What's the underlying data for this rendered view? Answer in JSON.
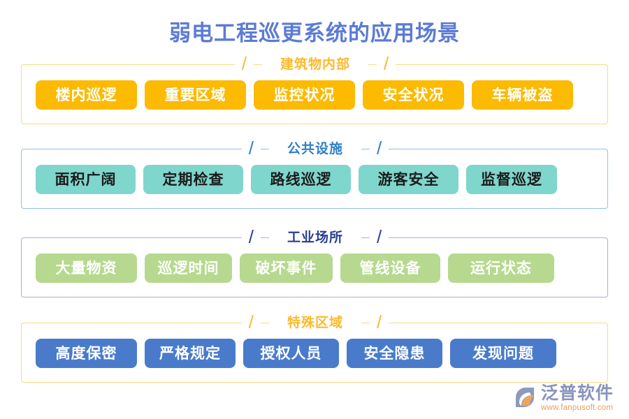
{
  "page": {
    "title": "弱电工程巡更系统的应用场景",
    "title_color": "#5B7BD5",
    "background": "#ffffff"
  },
  "sections": [
    {
      "id": "building-interior",
      "title": "建筑物内部",
      "accent_color": "#FBBA2E",
      "frame_color": "#FAD97F",
      "tag_bg": "#FCBA00",
      "tag_text_color": "#ffffff",
      "left_slash": "/",
      "right_slash": "/",
      "tags": [
        {
          "label": "楼内巡逻",
          "width": 145
        },
        {
          "label": "重要区域",
          "width": 145
        },
        {
          "label": "监控状况",
          "width": 145
        },
        {
          "label": "安全状况",
          "width": 145
        },
        {
          "label": "车辆被盗",
          "width": 145
        }
      ]
    },
    {
      "id": "public-facilities",
      "title": "公共设施",
      "accent_color": "#2E7FC4",
      "frame_color": "#8FC0E8",
      "tag_bg": "#7FD6CD",
      "tag_text_color": "#1b1b1b",
      "left_slash": "/",
      "right_slash": "/",
      "tags": [
        {
          "label": "面积广阔",
          "width": 143
        },
        {
          "label": "定期检查",
          "width": 143
        },
        {
          "label": "路线巡逻",
          "width": 143
        },
        {
          "label": "游客安全",
          "width": 143
        },
        {
          "label": "监督巡逻",
          "width": 130
        }
      ]
    },
    {
      "id": "industrial-sites",
      "title": "工业场所",
      "accent_color": "#2A3F8F",
      "frame_color": "#A8AEDC",
      "tag_bg": "#B6D98F",
      "tag_text_color": "#ffffff",
      "left_slash": "/",
      "right_slash": "/",
      "tags": [
        {
          "label": "大量物资",
          "width": 145
        },
        {
          "label": "巡逻时间",
          "width": 125
        },
        {
          "label": "破坏事件",
          "width": 133
        },
        {
          "label": "管线设备",
          "width": 143
        },
        {
          "label": "运行状态",
          "width": 152
        }
      ]
    },
    {
      "id": "special-areas",
      "title": "特殊区域",
      "accent_color": "#FBBA2E",
      "frame_color": "#FAD97F",
      "tag_bg": "#4A7BCB",
      "tag_text_color": "#ffffff",
      "left_slash": "/",
      "right_slash": "/",
      "tags": [
        {
          "label": "高度保密",
          "width": 145
        },
        {
          "label": "严格规定",
          "width": 130
        },
        {
          "label": "授权人员",
          "width": 137
        },
        {
          "label": "安全隐患",
          "width": 137
        },
        {
          "label": "发现问题",
          "width": 152
        }
      ]
    }
  ],
  "logo": {
    "name": "泛普软件",
    "url": "www.fanpusoft.com",
    "name_color": "#8894BD",
    "url_color": "#E8A05A"
  }
}
